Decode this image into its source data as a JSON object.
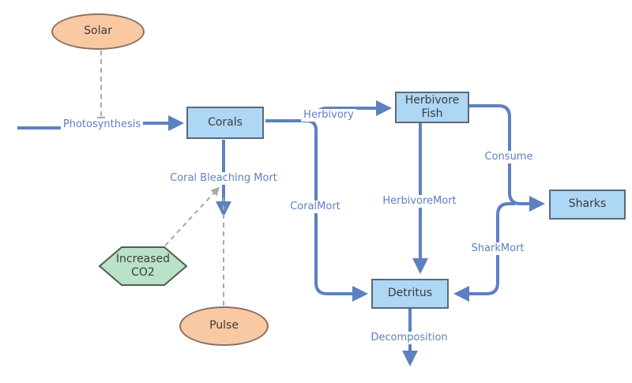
{
  "diagram": {
    "nodes": {
      "solar": {
        "label": "Solar",
        "shape": "ellipse"
      },
      "corals": {
        "label": "Corals",
        "shape": "rect"
      },
      "herbivore_fish": {
        "label_line1": "Herbivore",
        "label_line2": "Fish",
        "shape": "rect"
      },
      "sharks": {
        "label": "Sharks",
        "shape": "rect"
      },
      "detritus": {
        "label": "Detritus",
        "shape": "rect"
      },
      "increased_co2": {
        "label_line1": "Increased",
        "label_line2": "CO2",
        "shape": "hexagon"
      },
      "pulse": {
        "label": "Pulse",
        "shape": "ellipse"
      }
    },
    "flows": {
      "photosynthesis": "Photosynthesis",
      "herbivory": "Herbivory",
      "coral_bleaching_mort": "Coral Bleaching Mort",
      "coral_mort": "CoralMort",
      "herbivore_mort": "HerbivoreMort",
      "consume": "Consume",
      "shark_mort": "SharkMort",
      "decomposition": "Decomposition"
    },
    "colors": {
      "flow_line": "#5d80c1",
      "label_text": "#5d80c1",
      "dashed_line": "#a9a9a9",
      "stock_fill": "#aed6f5",
      "stock_border": "#5a6a78",
      "source_fill": "#f9c9a3",
      "source_border": "#8a7264",
      "co2_fill": "#b9e2c8",
      "co2_border": "#4f5f51",
      "node_text": "#3c3c3c"
    }
  }
}
